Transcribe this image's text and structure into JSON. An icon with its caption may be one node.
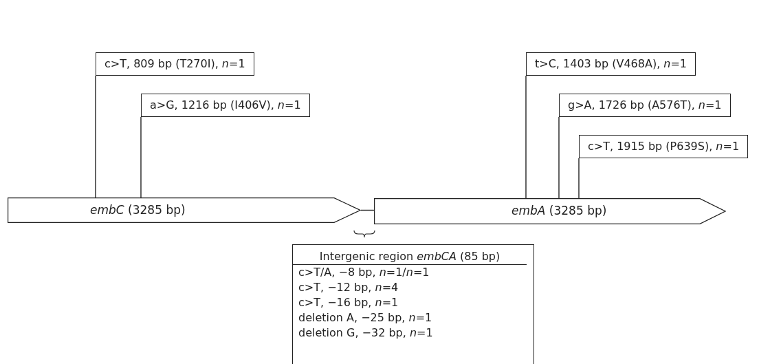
{
  "diagram": {
    "nodes": [
      {
        "text": [
          "c>T, 809 bp (T270I), *n*=1"
        ]
      },
      {
        "text": [
          "a>G, 1216 bp (I406V), *n*=1"
        ]
      },
      {
        "text": [
          "t>C, 1403 bp (V468A), *n*=1"
        ]
      },
      {
        "text": [
          "g>A, 1726 bp (A576T), *n*=1"
        ]
      },
      {
        "text": [
          "c>T, 1915 bp (P639S), *n*=1"
        ]
      },
      {
        "text": [
          "*embC* (3285 bp)"
        ]
      },
      {
        "text": [
          "*embA* (3285 bp)"
        ]
      },
      {
        "text": [
          "Intergenic region *embCA* (85 bp)",
          "c>T/A, −8 bp, *n*=1/*n*=1",
          "c>T, −12 bp, *n*=4",
          "c>T, −16 bp, *n*=1",
          "deletion A, −25 bp, *n*=1",
          "deletion G, −32 bp, *n*=1"
        ]
      }
    ],
    "edges": [
      {
        "from": 0,
        "to": 5,
        "arrow": "none"
      },
      {
        "from": 1,
        "to": 5,
        "arrow": "none"
      },
      {
        "from": 2,
        "to": 6,
        "arrow": "none"
      },
      {
        "from": 3,
        "to": 6,
        "arrow": "none"
      },
      {
        "from": 4,
        "to": 6,
        "arrow": "none"
      },
      {
        "from": 5,
        "to": 6,
        "arrow": "none"
      }
    ]
  }
}
